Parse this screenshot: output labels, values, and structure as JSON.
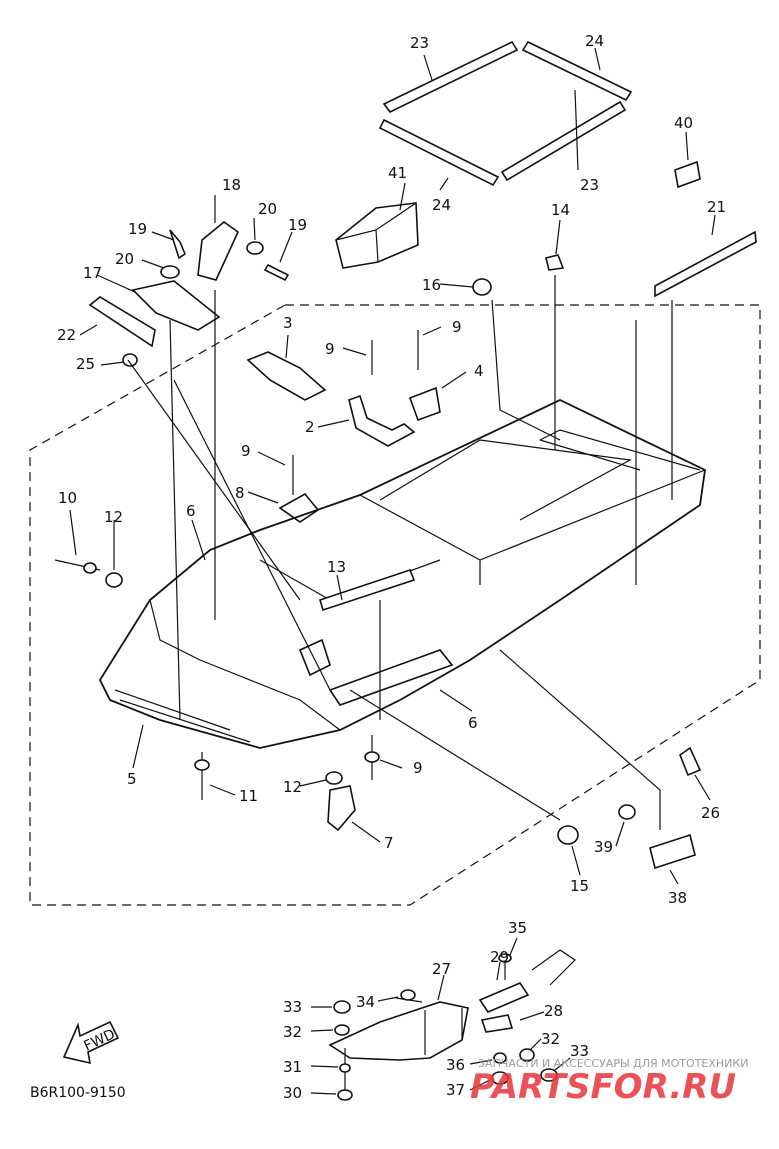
{
  "diagram": {
    "callouts": {
      "c1": "23",
      "c2": "24",
      "c3": "23",
      "c4": "24",
      "c5": "40",
      "c6": "41",
      "c7": "18",
      "c8": "21",
      "c9": "19",
      "c10": "20",
      "c11": "19",
      "c12": "14",
      "c13": "20",
      "c14": "17",
      "c15": "16",
      "c16": "22",
      "c17": "3",
      "c18": "9",
      "c19": "25",
      "c20": "4",
      "c21": "9",
      "c22": "2",
      "c23": "9",
      "c24": "8",
      "c25": "10",
      "c26": "12",
      "c27": "6",
      "c28": "13",
      "c29": "6",
      "c30": "5",
      "c31": "11",
      "c32": "12",
      "c33": "9",
      "c34": "26",
      "c35": "7",
      "c36": "39",
      "c37": "15",
      "c38": "38",
      "c39": "35",
      "c40": "29",
      "c41": "27",
      "c42": "33",
      "c43": "34",
      "c44": "28",
      "c45": "32",
      "c46": "32",
      "c47": "33",
      "c48": "31",
      "c49": "36",
      "c50": "30",
      "c51": "37"
    },
    "fwd_label": "FWD",
    "catalog_code": "B6R100-9150",
    "watermark": {
      "tagline": "ЗАПЧАСТИ И АКСЕССУАРЫ ДЛЯ МОТОТЕХНИКИ",
      "logo": "PARTSFOR.RU"
    }
  }
}
